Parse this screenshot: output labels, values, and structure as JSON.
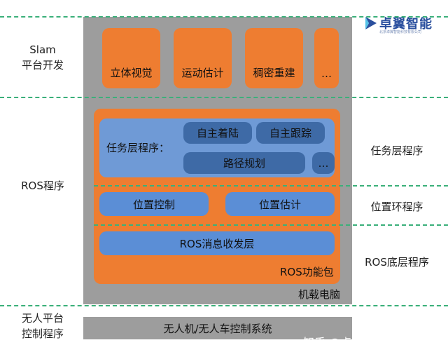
{
  "logo": {
    "name": "卓翼智能",
    "subtitle": "北京卓翼智能科技有限公司"
  },
  "left_labels": {
    "slam_line1": "Slam",
    "slam_line2": "平台开发",
    "ros": "ROS程序",
    "uav_line1": "无人平台",
    "uav_line2": "控制程序"
  },
  "right_labels": {
    "task": "任务层程序",
    "position": "位置环程序",
    "ros_low": "ROS底层程序"
  },
  "slam_tiles": [
    "立体视觉",
    "运动估计",
    "稠密重建",
    "…"
  ],
  "task_layer": {
    "title": "任务层程序：",
    "items": [
      "自主着陆",
      "自主跟踪",
      "路径规划",
      "…"
    ]
  },
  "position": {
    "control": "位置控制",
    "estimate": "位置估计"
  },
  "ros_msg_layer": "ROS消息收发层",
  "ros_package": "ROS功能包",
  "onboard_computer": "机载电脑",
  "control_system": "无人机/无人车控制系统",
  "watermark": "知乎 @卓翼智能无人机",
  "colors": {
    "orange": "#ee7d31",
    "gray": "#9d9d9d",
    "light_blue": "#6f9ad6",
    "blue": "#5b8ed6",
    "dark_blue": "#3e6aa6",
    "dashed_line": "#3bb07a",
    "logo_blue": "#2a4f9e"
  }
}
